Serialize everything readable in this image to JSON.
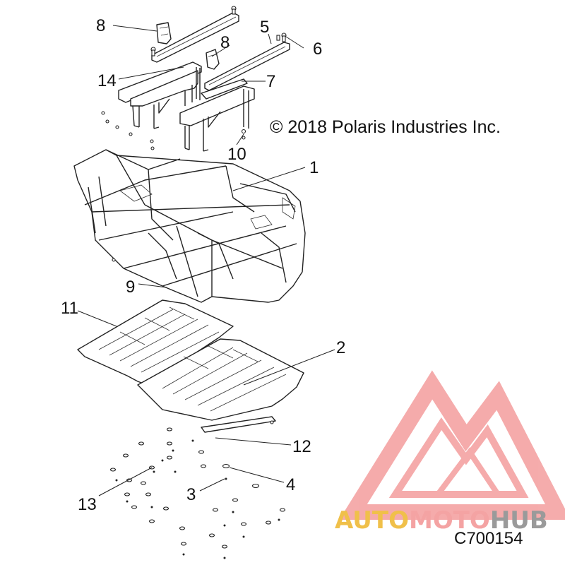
{
  "copyright": "© 2018 Polaris Industries Inc.",
  "figure_code": "C700154",
  "watermark": {
    "word1": "AUTO",
    "word2": "MOTO",
    "word3": "HUB",
    "color_primary": "#f4a3a3",
    "color_accent": "#f0c04a",
    "color_dark": "#9a9a9a"
  },
  "callouts": [
    "1",
    "2",
    "3",
    "4",
    "5",
    "6",
    "7",
    "8",
    "8",
    "9",
    "10",
    "11",
    "12",
    "13",
    "14"
  ]
}
